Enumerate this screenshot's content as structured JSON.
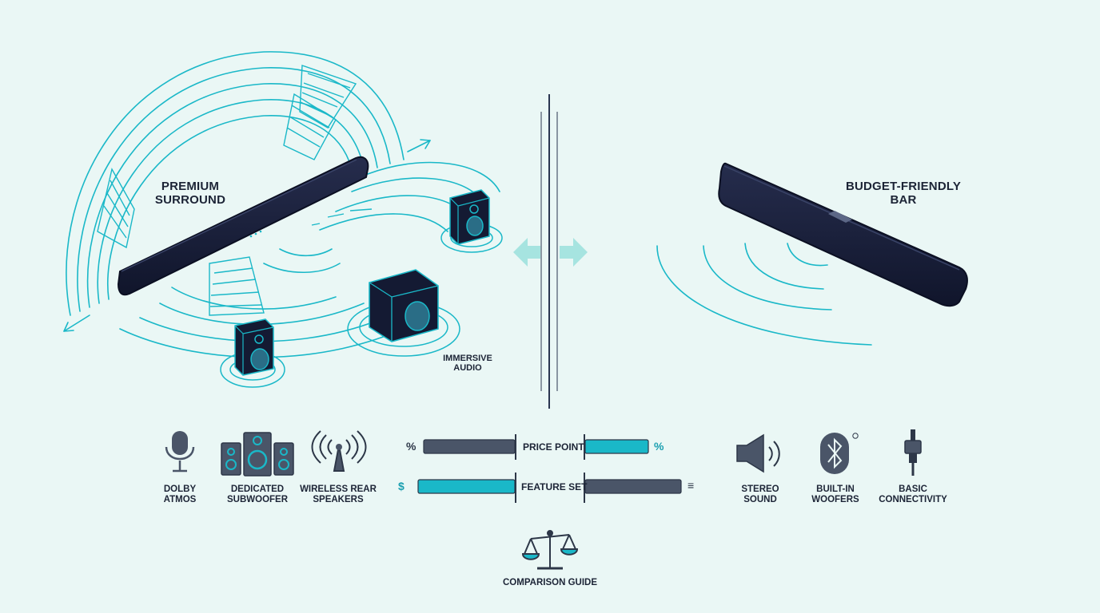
{
  "premium": {
    "title_line1": "PREMIUM",
    "title_line2": "SURROUND",
    "immersive_line1": "IMMERSIVE",
    "immersive_line2": "AUDIO",
    "features": [
      {
        "line1": "DOLBY",
        "line2": "ATMOS",
        "icon": "microphone-icon"
      },
      {
        "line1": "DEDICATED",
        "line2": "SUBWOOFER",
        "icon": "speaker-stack-icon"
      },
      {
        "line1": "WIRELESS REAR",
        "line2": "SPEAKERS",
        "icon": "wireless-antenna-icon"
      }
    ]
  },
  "budget": {
    "title_line1": "BUDGET-FRIENDLY",
    "title_line2": "BAR",
    "features": [
      {
        "line1": "STEREO",
        "line2": "SOUND",
        "icon": "speaker-volume-icon"
      },
      {
        "line1": "BUILT-IN",
        "line2": "WOOFERS",
        "icon": "bluetooth-icon"
      },
      {
        "line1": "BASIC",
        "line2": "CONNECTIVITY",
        "icon": "cable-plug-icon"
      }
    ]
  },
  "comparison": {
    "rows": [
      {
        "label": "PRICE POINT",
        "left_symbol": "%",
        "right_symbol": "%",
        "left_level": 0.0,
        "right_level": 1.0
      },
      {
        "label": "FEATURE SET",
        "left_symbol": "$",
        "right_symbol": "≡",
        "left_level": 1.0,
        "right_level": 0.0
      }
    ],
    "footer_label": "COMPARISON GUIDE"
  },
  "colors": {
    "background": "#eaf7f5",
    "accent": "#1ab8c8",
    "navy": "#141a33",
    "slate": "#4a5568",
    "arrow": "#a6e4e0"
  }
}
